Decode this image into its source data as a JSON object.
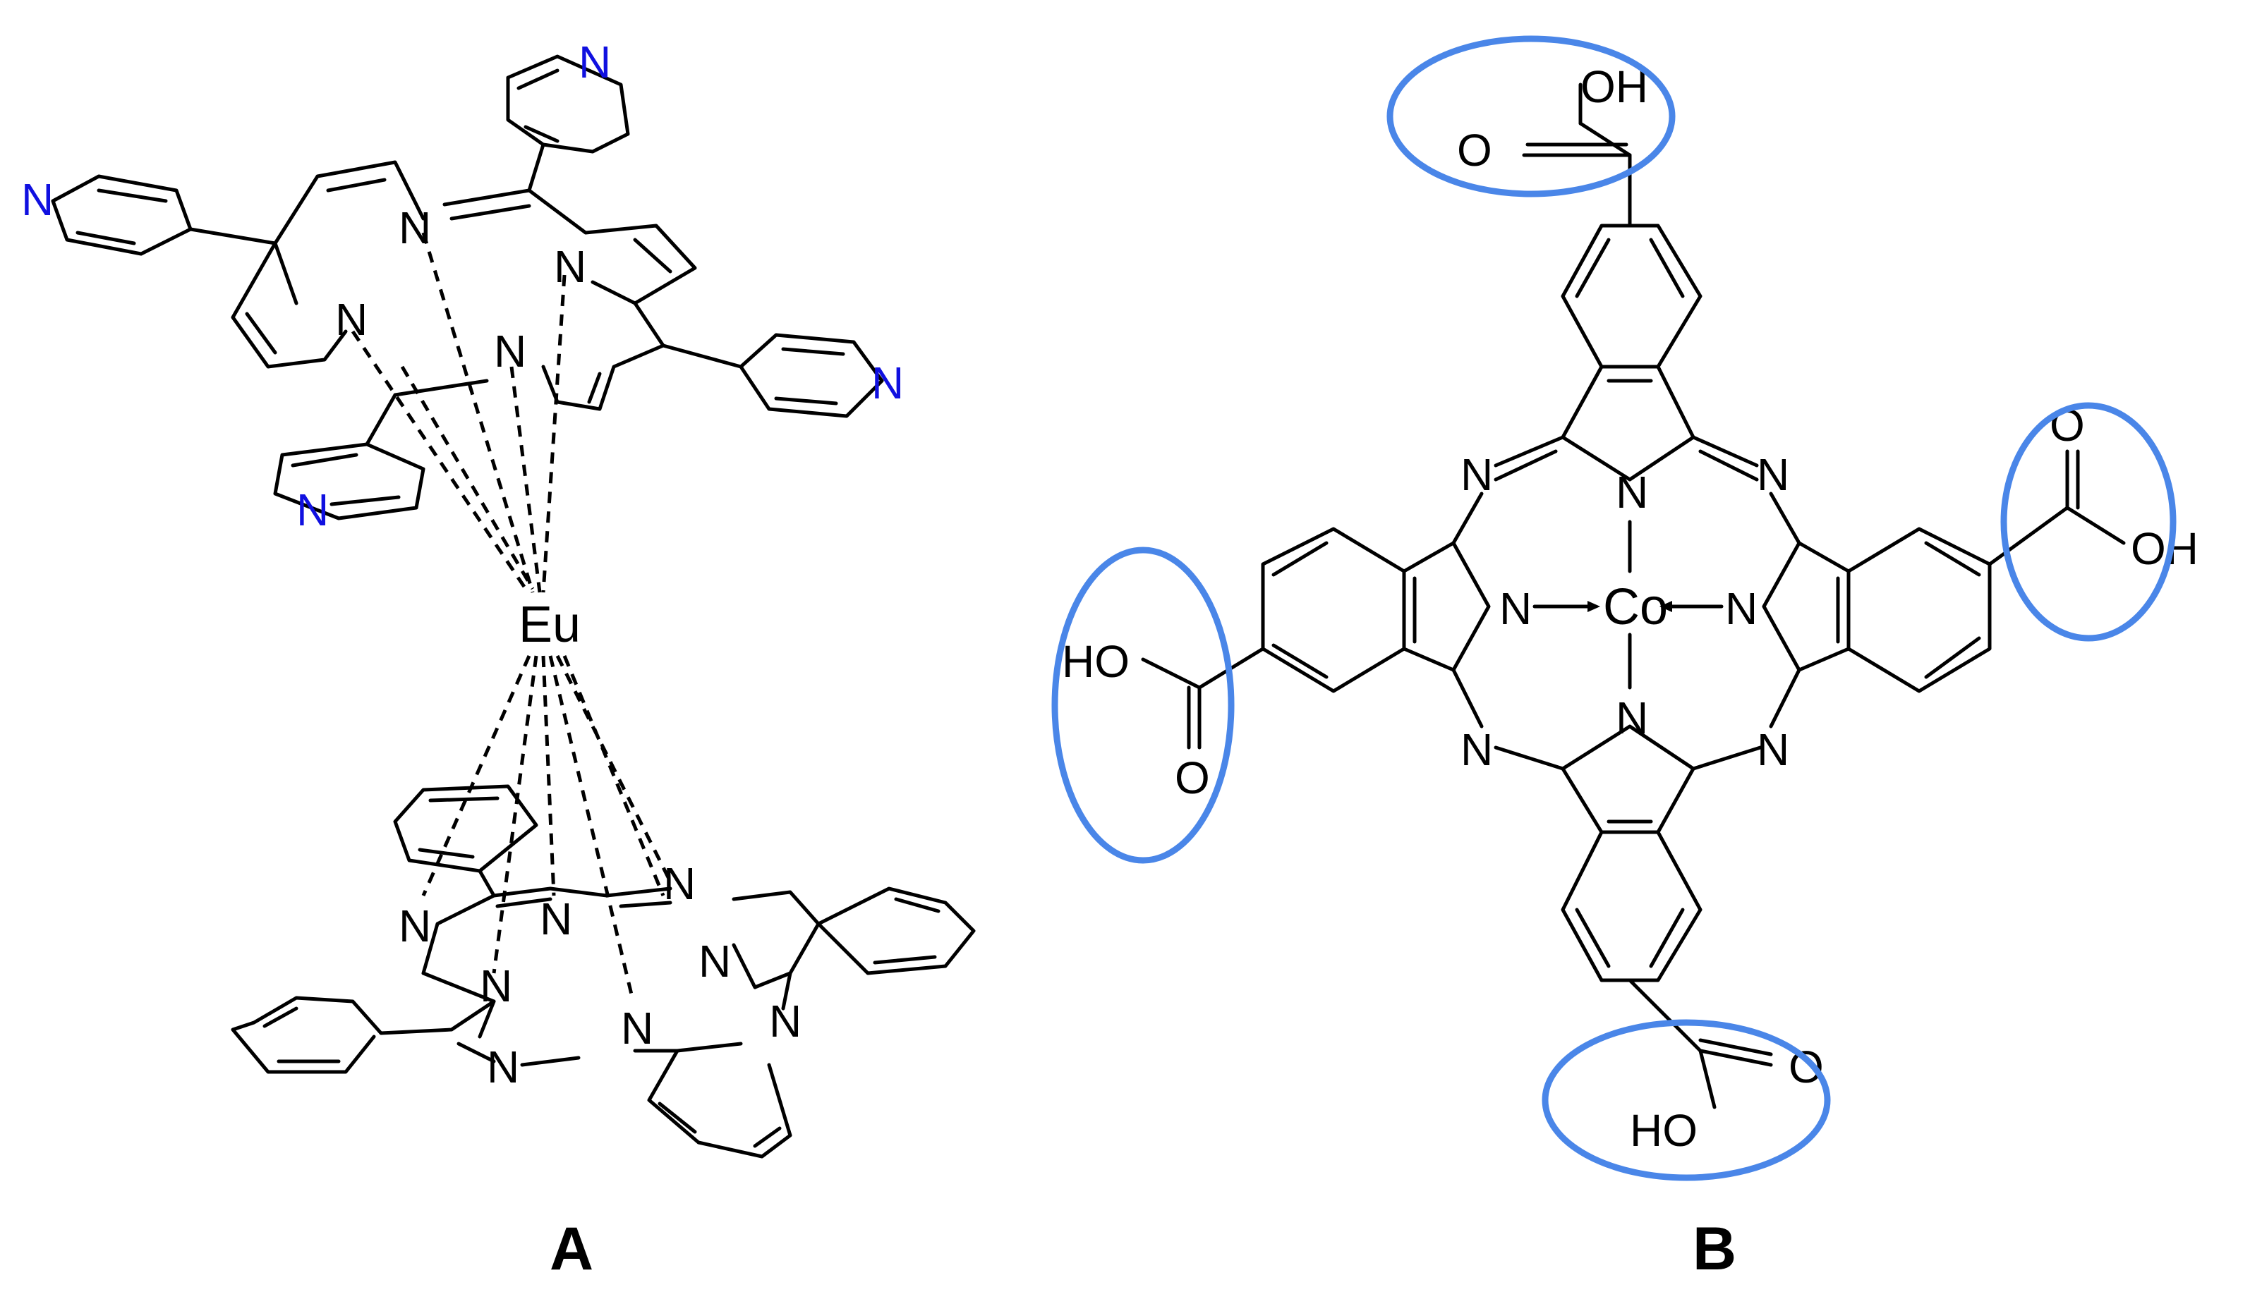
{
  "panels": [
    {
      "label": "A",
      "metal": "Eu",
      "porphyrin_n_labels": [
        "N",
        "N",
        "N",
        "N"
      ],
      "pyridyl_n_labels": [
        "N",
        "N",
        "N",
        "N"
      ],
      "phthalocyanine_n_labels": [
        "N",
        "N",
        "N",
        "N",
        "N",
        "N",
        "N",
        "N"
      ]
    },
    {
      "label": "B",
      "metal": "Co",
      "inner_n_labels": [
        "N",
        "N",
        "N",
        "N"
      ],
      "bridge_n_labels": [
        "N",
        "N",
        "N",
        "N"
      ],
      "carboxyl_groups": [
        {
          "oh": "OH",
          "o": "O"
        },
        {
          "oh": "OH",
          "o": "O"
        },
        {
          "oh": "HO",
          "o": "O"
        },
        {
          "oh": "HO",
          "o": "O"
        }
      ]
    }
  ],
  "colors": {
    "pyridyl_nitrogen": "#1010e0",
    "highlight_ellipse": "#4a86e8",
    "bonds": "#000000"
  }
}
